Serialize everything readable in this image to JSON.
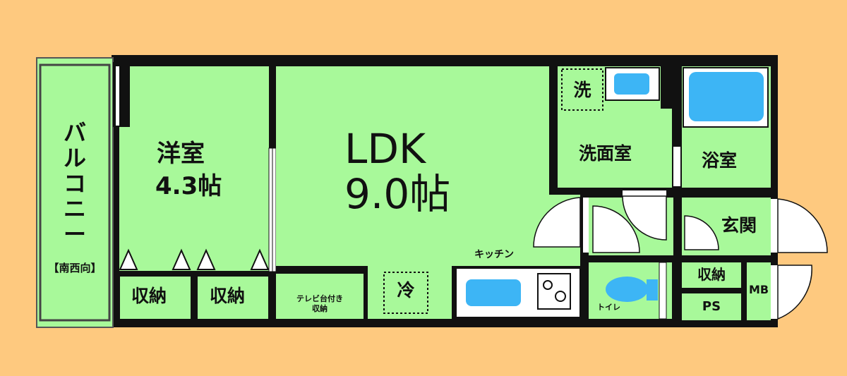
{
  "colors": {
    "background": "#FEC97F",
    "room_fill": "#A8F99A",
    "wall": "#111111",
    "fixture_blue": "#3DB5F5",
    "fixture_white": "#FFFFFF"
  },
  "rooms": {
    "balcony": {
      "label": "バルコニー",
      "orientation": "【南西向】"
    },
    "western_room": {
      "name": "洋室",
      "size": "4.3帖"
    },
    "ldk": {
      "name": "LDK",
      "size": "9.0帖"
    },
    "storage_1": {
      "label": "収納"
    },
    "storage_2": {
      "label": "収納"
    },
    "tv_stand": {
      "line1": "テレビ台付き",
      "line2": "収納"
    },
    "fridge": {
      "label": "冷"
    },
    "kitchen": {
      "label": "キッチン"
    },
    "washer": {
      "label": "洗"
    },
    "washroom": {
      "label": "洗面室"
    },
    "bathroom": {
      "label": "浴室"
    },
    "entrance": {
      "label": "玄関"
    },
    "toilet": {
      "label": "トイレ"
    },
    "storage_3": {
      "label": "収納"
    },
    "pipe_space": {
      "label": "PS"
    },
    "meter_box": {
      "label": "MB"
    }
  }
}
